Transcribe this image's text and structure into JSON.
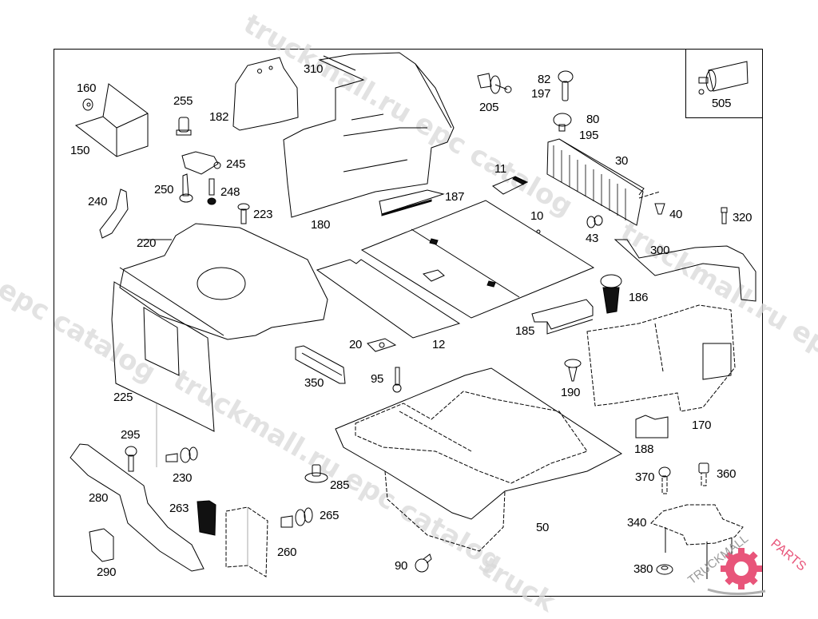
{
  "diagram": {
    "type": "exploded-parts-diagram",
    "inset_part": "505",
    "parts": [
      {
        "id": "160",
        "label": "160"
      },
      {
        "id": "150",
        "label": "150"
      },
      {
        "id": "255",
        "label": "255"
      },
      {
        "id": "182",
        "label": "182"
      },
      {
        "id": "310",
        "label": "310"
      },
      {
        "id": "205",
        "label": "205"
      },
      {
        "id": "82",
        "label": "82"
      },
      {
        "id": "197",
        "label": "197"
      },
      {
        "id": "80",
        "label": "80"
      },
      {
        "id": "195",
        "label": "195"
      },
      {
        "id": "30",
        "label": "30"
      },
      {
        "id": "505",
        "label": "505"
      },
      {
        "id": "245",
        "label": "245"
      },
      {
        "id": "250",
        "label": "250"
      },
      {
        "id": "248",
        "label": "248"
      },
      {
        "id": "240",
        "label": "240"
      },
      {
        "id": "223",
        "label": "223"
      },
      {
        "id": "180",
        "label": "180"
      },
      {
        "id": "187",
        "label": "187"
      },
      {
        "id": "11",
        "label": "11"
      },
      {
        "id": "10",
        "label": "10"
      },
      {
        "id": "40",
        "label": "40"
      },
      {
        "id": "320",
        "label": "320"
      },
      {
        "id": "43",
        "label": "43"
      },
      {
        "id": "220",
        "label": "220"
      },
      {
        "id": "300",
        "label": "300"
      },
      {
        "id": "186",
        "label": "186"
      },
      {
        "id": "185",
        "label": "185"
      },
      {
        "id": "20",
        "label": "20"
      },
      {
        "id": "12",
        "label": "12"
      },
      {
        "id": "225",
        "label": "225"
      },
      {
        "id": "350",
        "label": "350"
      },
      {
        "id": "95",
        "label": "95"
      },
      {
        "id": "190",
        "label": "190"
      },
      {
        "id": "170",
        "label": "170"
      },
      {
        "id": "188",
        "label": "188"
      },
      {
        "id": "295",
        "label": "295"
      },
      {
        "id": "230",
        "label": "230"
      },
      {
        "id": "370",
        "label": "370"
      },
      {
        "id": "360",
        "label": "360"
      },
      {
        "id": "280",
        "label": "280"
      },
      {
        "id": "285",
        "label": "285"
      },
      {
        "id": "263",
        "label": "263"
      },
      {
        "id": "265",
        "label": "265"
      },
      {
        "id": "50",
        "label": "50"
      },
      {
        "id": "340",
        "label": "340"
      },
      {
        "id": "260",
        "label": "260"
      },
      {
        "id": "290",
        "label": "290"
      },
      {
        "id": "90",
        "label": "90"
      },
      {
        "id": "380",
        "label": "380"
      }
    ]
  },
  "watermarks": {
    "text_a": "truckmall.ru epc catalog",
    "text_b": "truckmall.ru epc catalog",
    "text_c": "l epc catalog",
    "text_d": "truck"
  },
  "logo": {
    "text_truck": "TRUCKMALL",
    "text_parts": "PARTS",
    "brand_color": "#e8557a",
    "gray_color": "#b0b0b0"
  }
}
